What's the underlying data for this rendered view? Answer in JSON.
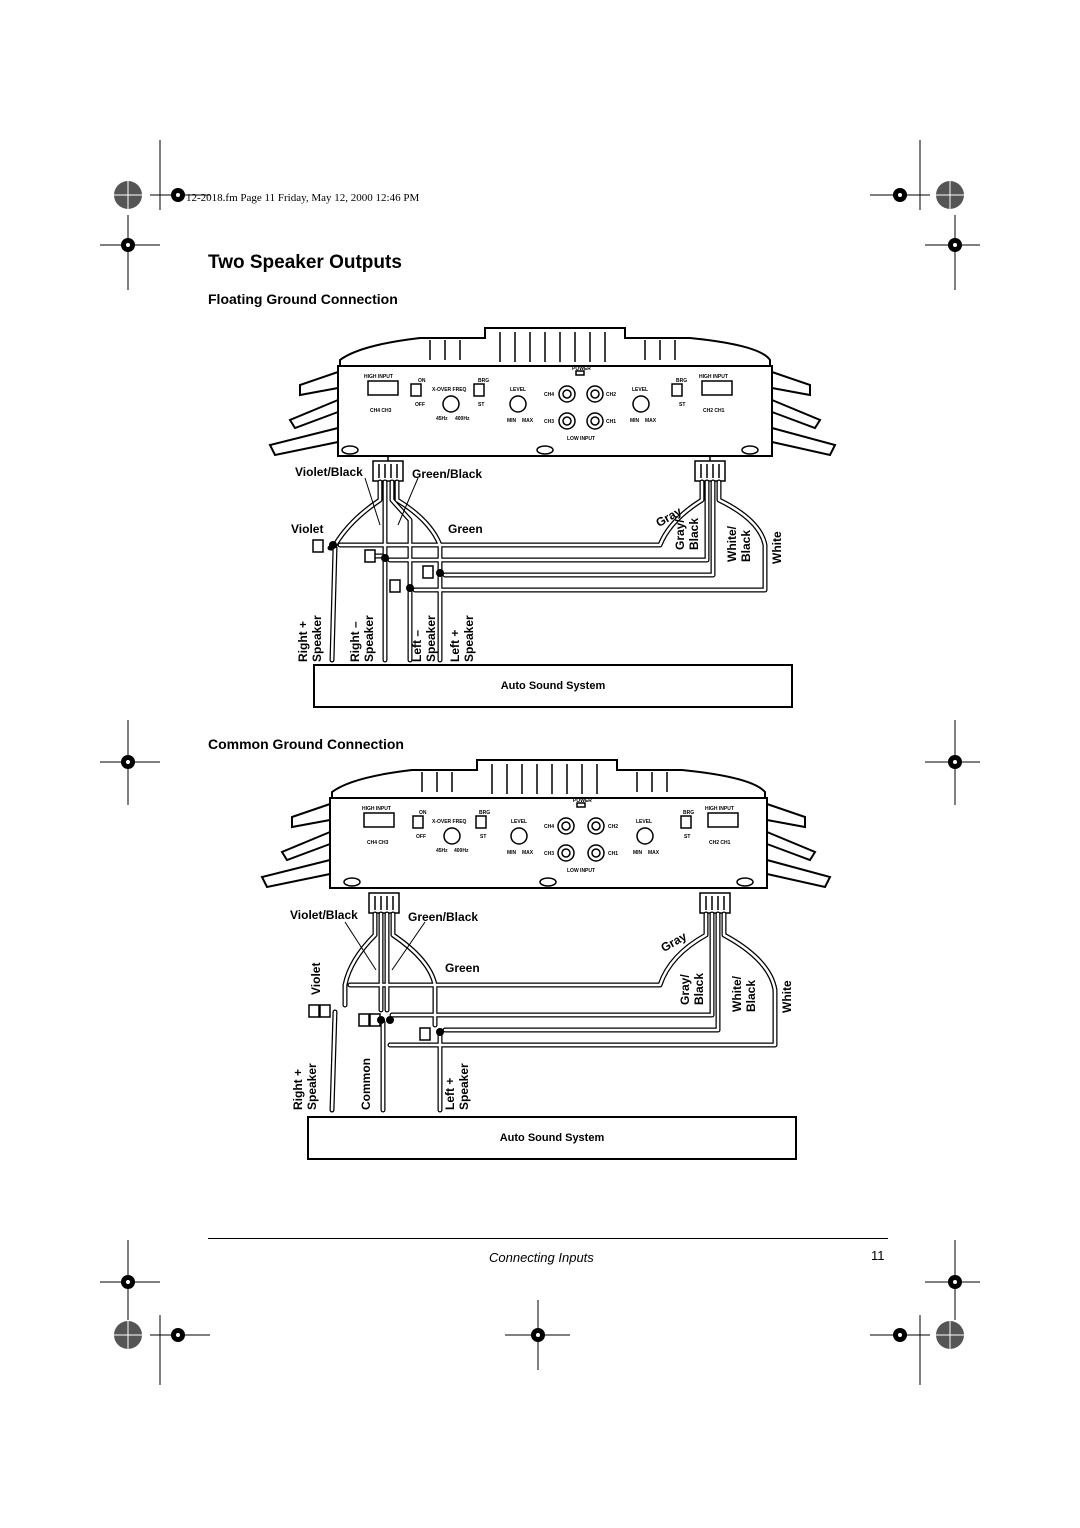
{
  "header": {
    "file_line": "12-2018.fm  Page 11  Friday, May 12, 2000  12:46 PM"
  },
  "page": {
    "title": "Two Speaker Outputs",
    "section1": "Floating Ground Connection",
    "section2": "Common Ground Connection"
  },
  "amp_panel": {
    "high_input": "HIGH  INPUT",
    "on": "ON",
    "brg": "BRG",
    "xover_freq": "X-OVER  FREQ",
    "off": "OFF",
    "st": "ST",
    "level": "LEVEL",
    "power": "POWER",
    "low_input": "LOW INPUT",
    "ch4_ch3": "CH4  CH3",
    "ch2_ch1": "CH2  CH1",
    "ch4": "CH4",
    "ch3": "CH3",
    "ch2": "CH2",
    "ch1": "CH1",
    "hz45": "45Hz",
    "hz400": "400Hz",
    "min": "MIN",
    "max": "MAX"
  },
  "diagram1": {
    "violet_black": "Violet/Black",
    "green_black": "Green/Black",
    "violet": "Violet",
    "green": "Green",
    "gray": "Gray",
    "gray_black": "Gray/\nBlack",
    "white_black": "White/\nBlack",
    "white": "White",
    "right_plus": "Right +",
    "right_minus": "Right –",
    "left_minus": "Left –",
    "left_plus": "Left +",
    "speaker": "Speaker",
    "auto_sound": "Auto Sound System"
  },
  "diagram2": {
    "violet_black": "Violet/Black",
    "green_black": "Green/Black",
    "violet": "Violet",
    "green": "Green",
    "gray": "Gray",
    "gray_black": "Gray/\nBlack",
    "white_black": "White/\nBlack",
    "white": "White",
    "right_plus": "Right +",
    "common": "Common",
    "left_plus": "Left +",
    "speaker": "Speaker",
    "auto_sound": "Auto Sound System"
  },
  "footer": {
    "section": "Connecting Inputs",
    "page_number": "11"
  }
}
